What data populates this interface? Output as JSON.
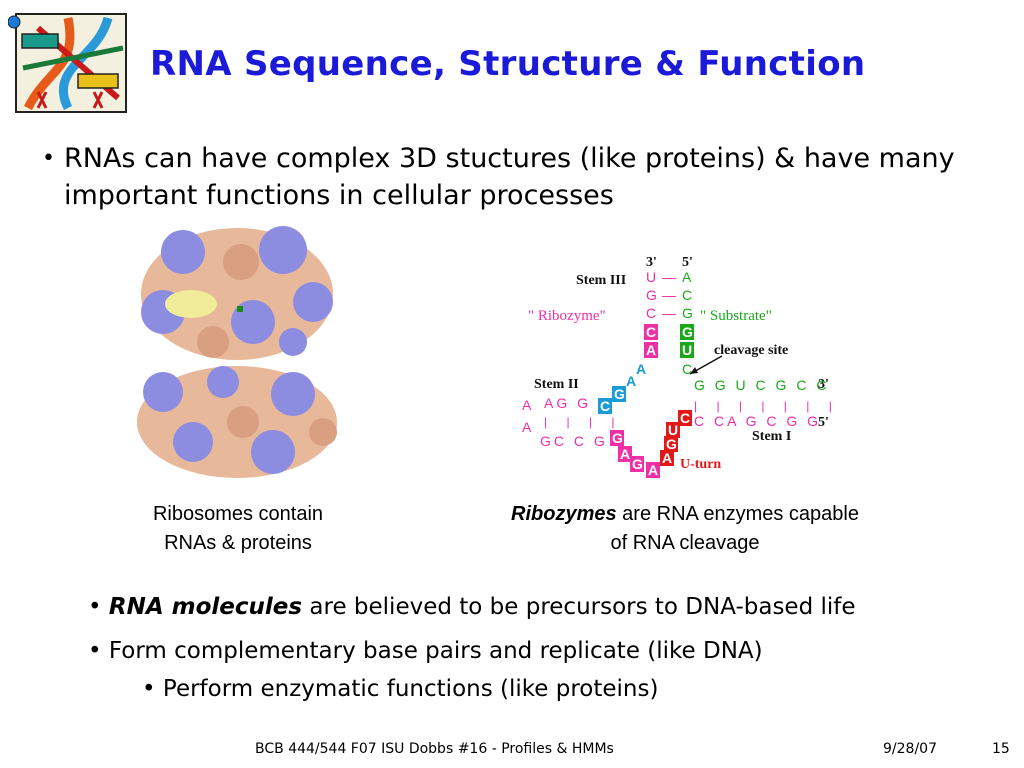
{
  "slide": {
    "title": "RNA Sequence, Structure & Function",
    "main_bullet": "RNAs can have complex 3D stuctures (like proteins) & have many important functions in cellular processes",
    "bullet_symbol": "•",
    "caption_ribosome": [
      "Ribosomes contain",
      "RNAs & proteins"
    ],
    "caption_ribozyme": {
      "emphasis": "Ribozymes",
      "rest_line1": " are RNA enzymes capable",
      "line2": "of RNA cleavage"
    },
    "bullets": [
      {
        "emphasis": "RNA molecules",
        "text": " are believed to be precursors to DNA-based life"
      },
      {
        "text": "Form complementary base pairs and replicate (like DNA)"
      },
      {
        "text": "Perform enzymatic functions (like proteins)"
      }
    ]
  },
  "figure_ribozyme": {
    "labels": {
      "stem3": "Stem III",
      "stem2": "Stem II",
      "stem1": "Stem I",
      "ribozyme": "\" Ribozyme\"",
      "substrate": "\" Substrate\"",
      "cleavage": "cleavage site",
      "uturn": "U-turn",
      "three_prime_top": "3'",
      "five_prime_top": "5'",
      "three_prime_right": "3'",
      "five_prime_right": "5'"
    },
    "colors": {
      "ribozyme": "#ee2fa8",
      "substrate": "#1aa81a",
      "stem2": "#1a9bd8",
      "cleavage": "#e01818",
      "black": "#111111"
    }
  },
  "footer": {
    "center": "BCB 444/544 F07 ISU Dobbs #16 - Profiles & HMMs",
    "date": "9/28/07",
    "page": "15"
  }
}
